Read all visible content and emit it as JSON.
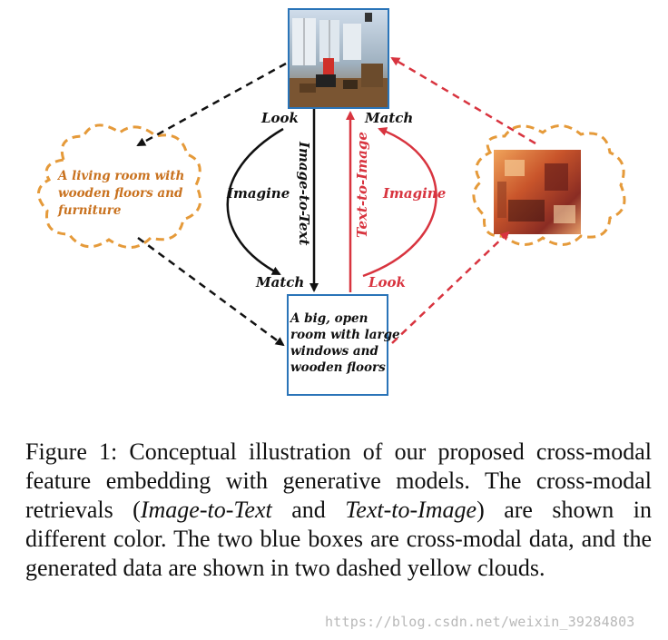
{
  "diagram": {
    "left_labels": {
      "look": "Look",
      "imagine": "Imagine",
      "match": "Match"
    },
    "image_to_text": "Image-to-Text",
    "text_to_image": "Text-to-Image",
    "right_labels": {
      "match": "Match",
      "imagine": "Imagine",
      "look": "Look"
    },
    "left_cloud_text": [
      "A living room with",
      "wooden floors and",
      "furniture"
    ],
    "text_box_lines": [
      "A big, open",
      "room with large",
      "windows and",
      "wooden floors"
    ],
    "colors": {
      "black_path": "#111111",
      "red_path": "#d8343f",
      "cloud_outline": "#e59a3a",
      "cloud_text": "#c9721f",
      "box_border": "#2a74b8"
    }
  },
  "caption": {
    "prefix": "Figure 1: Conceptual illustration of our proposed cross-modal feature embedding with generative models.  The cross-modal retrievals (",
    "em1": "Image-to-Text",
    "mid": " and ",
    "em2": "Text-to-Image",
    "suffix": ") are shown in different color. The two blue boxes are cross-modal data, and the generated data are shown in two dashed yellow clouds."
  },
  "watermark": "https://blog.csdn.net/weixin_39284803"
}
